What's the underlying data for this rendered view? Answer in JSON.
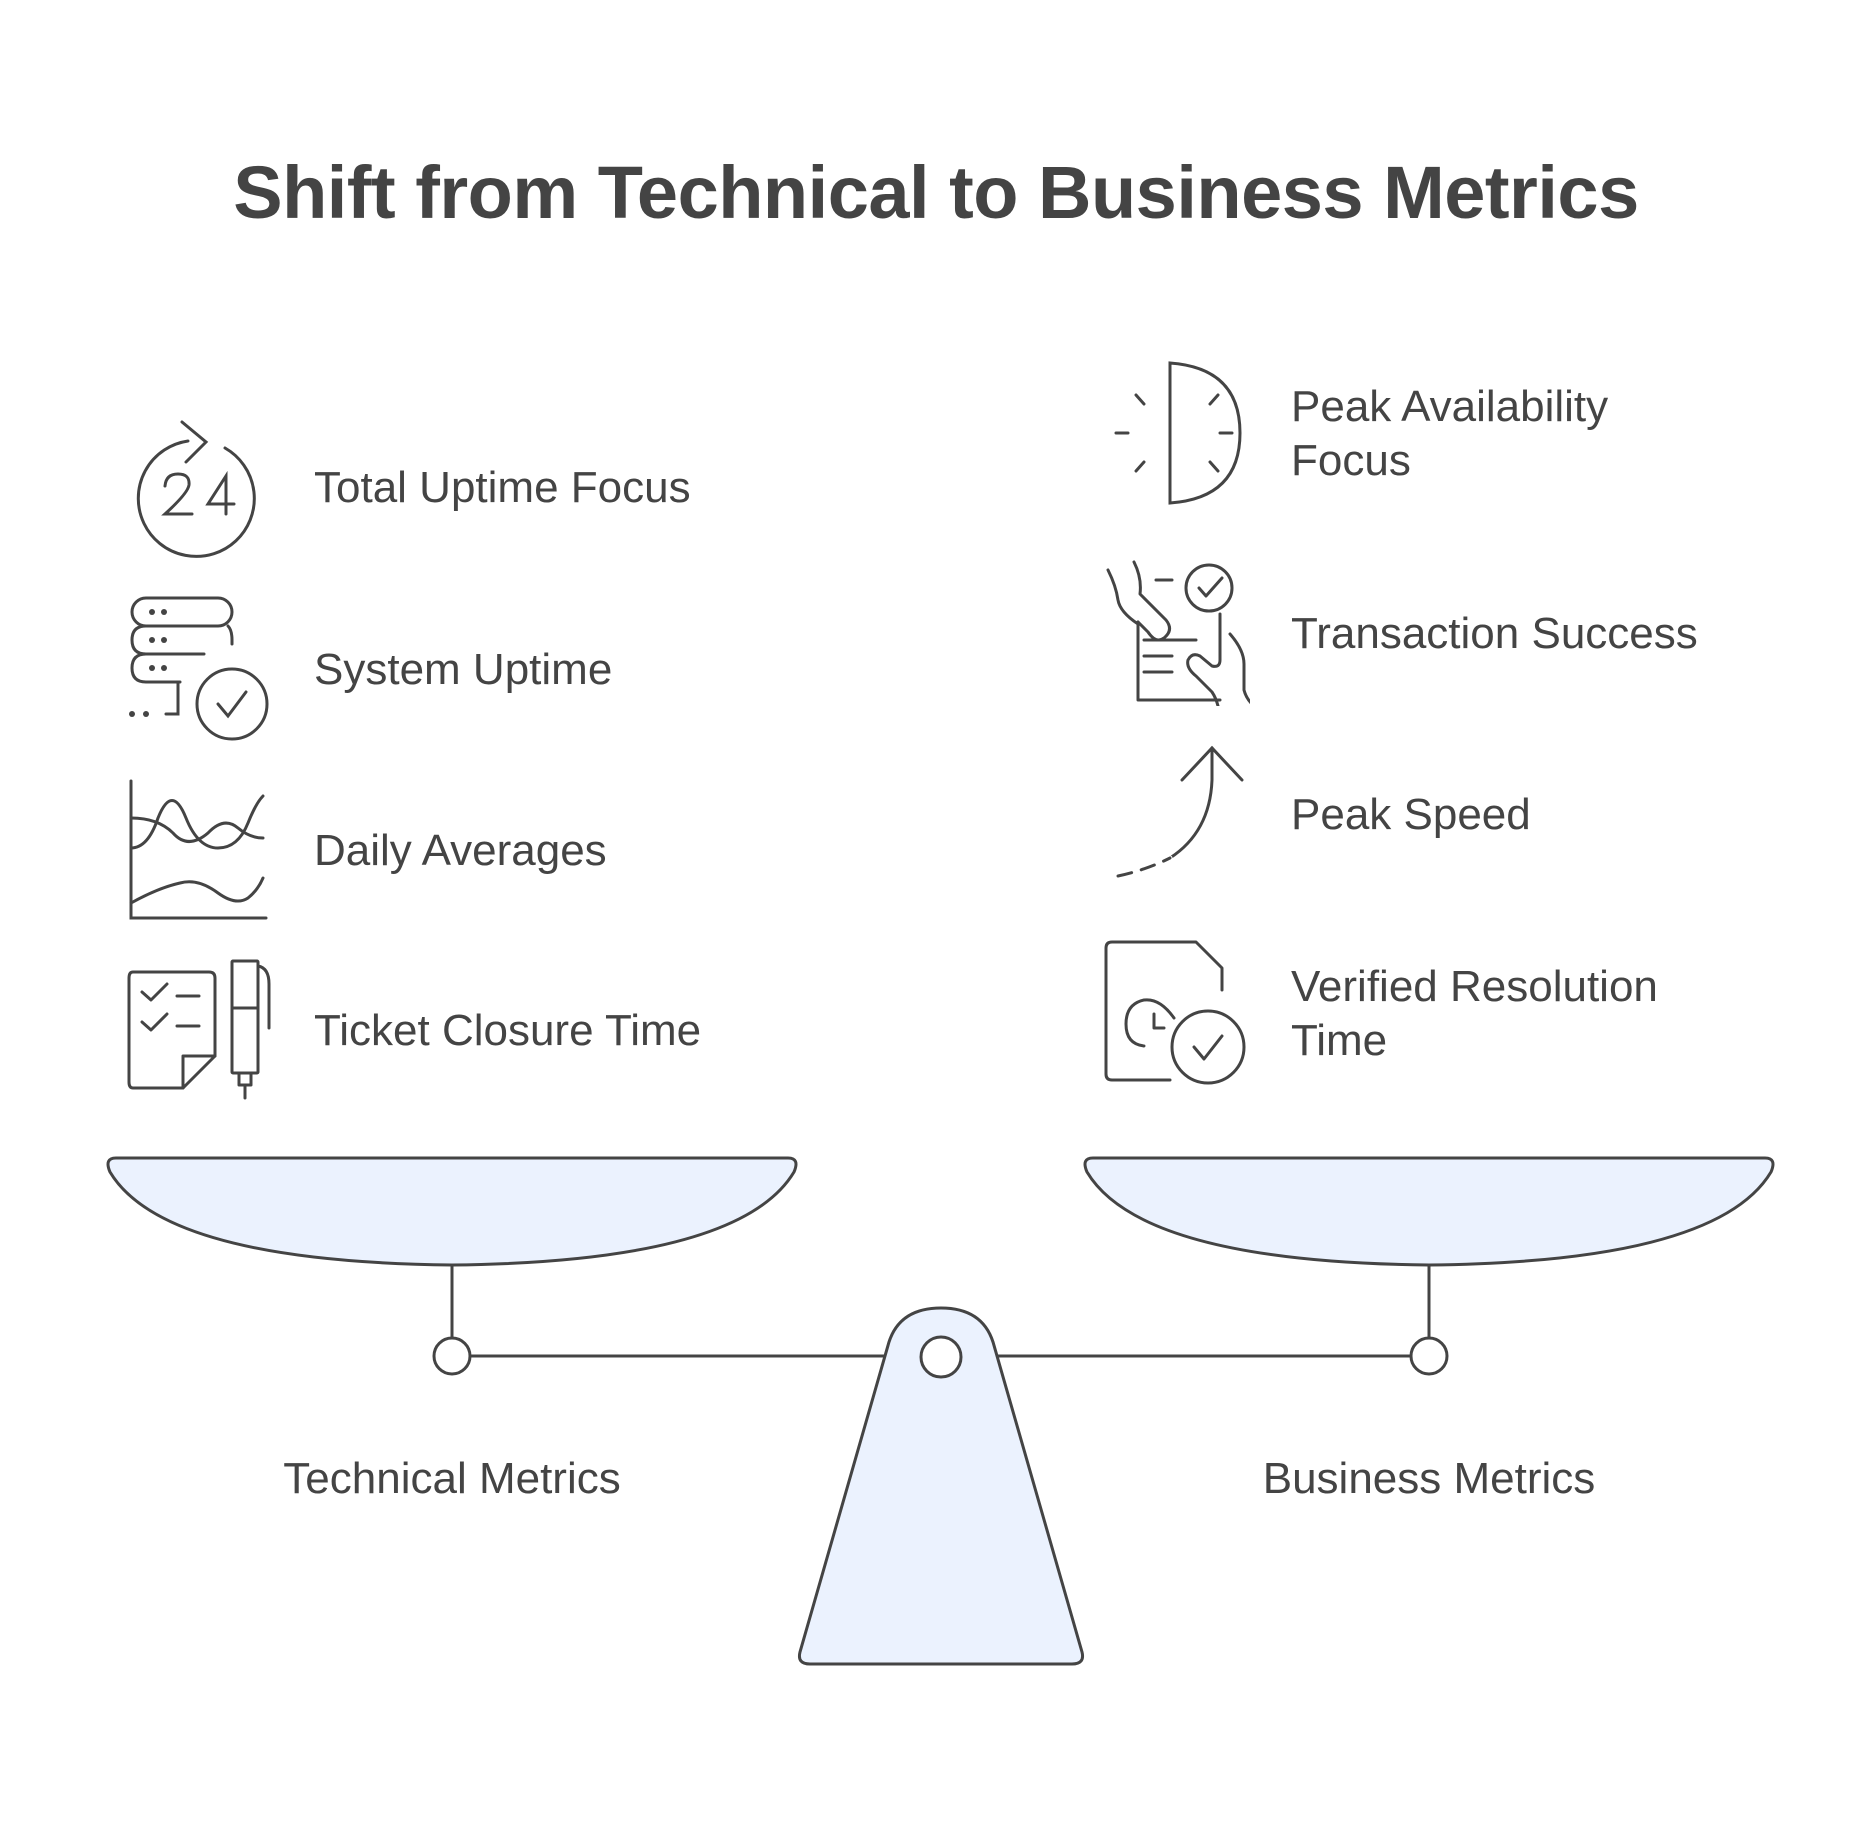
{
  "title": "Shift from Technical to Business Metrics",
  "colors": {
    "stroke": "#444444",
    "fill": "#EBF2FE",
    "background": "#FFFFFF",
    "text": "#444444"
  },
  "left": {
    "label": "Technical Metrics",
    "items": [
      {
        "label": "Total Uptime Focus",
        "icon": "24-hour-refresh-icon"
      },
      {
        "label": "System Uptime",
        "icon": "server-check-icon"
      },
      {
        "label": "Daily Averages",
        "icon": "wave-chart-icon"
      },
      {
        "label": "Ticket Closure Time",
        "icon": "checklist-pen-icon"
      }
    ]
  },
  "right": {
    "label": "Business Metrics",
    "items": [
      {
        "line1": "Peak Availability",
        "line2": "Focus",
        "icon": "half-clock-icon"
      },
      {
        "label": "Transaction Success",
        "icon": "document-hands-check-icon"
      },
      {
        "label": "Peak Speed",
        "icon": "curved-arrow-up-icon"
      },
      {
        "line1": "Verified Resolution",
        "line2": "Time",
        "icon": "document-clock-check-icon"
      }
    ]
  }
}
